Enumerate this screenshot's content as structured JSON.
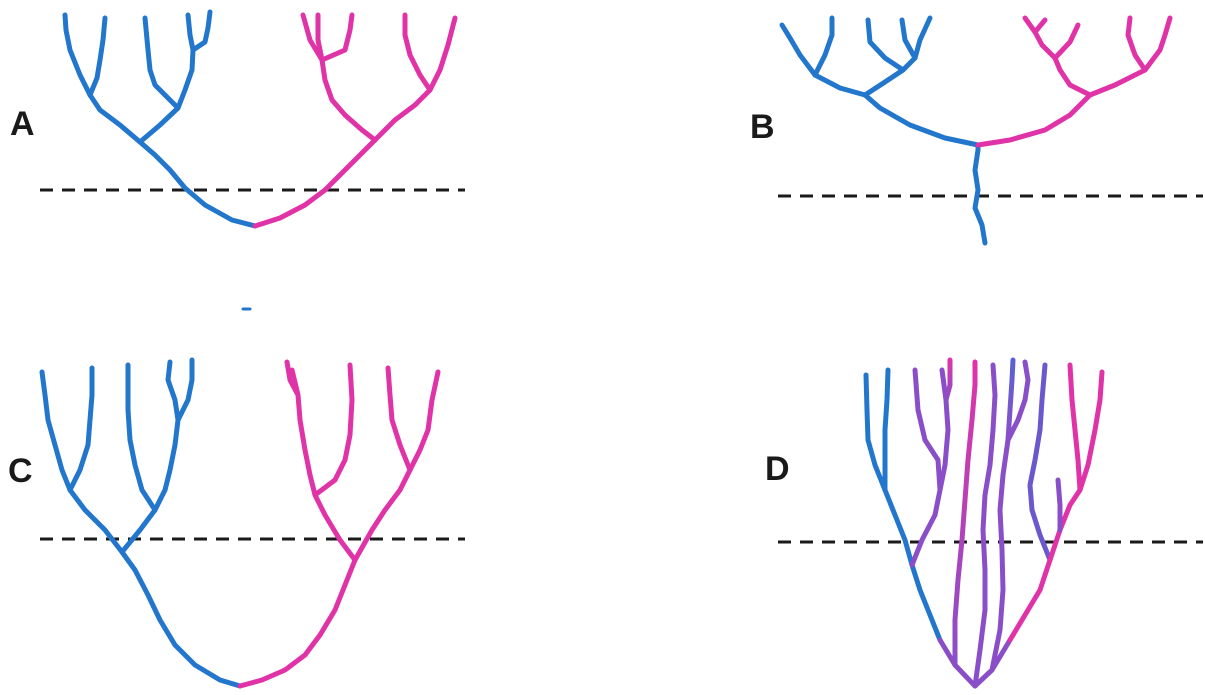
{
  "colors": {
    "lineage_a": "#2277cc",
    "lineage_b": "#e033a8",
    "mixed": "#8a4fc8",
    "dashed_line": "#1a1a1a",
    "label": "#1a1a1a"
  },
  "panels": [
    {
      "id": "A",
      "label": "A"
    },
    {
      "id": "B",
      "label": "B"
    },
    {
      "id": "C",
      "label": "C"
    },
    {
      "id": "D",
      "label": "D"
    }
  ]
}
